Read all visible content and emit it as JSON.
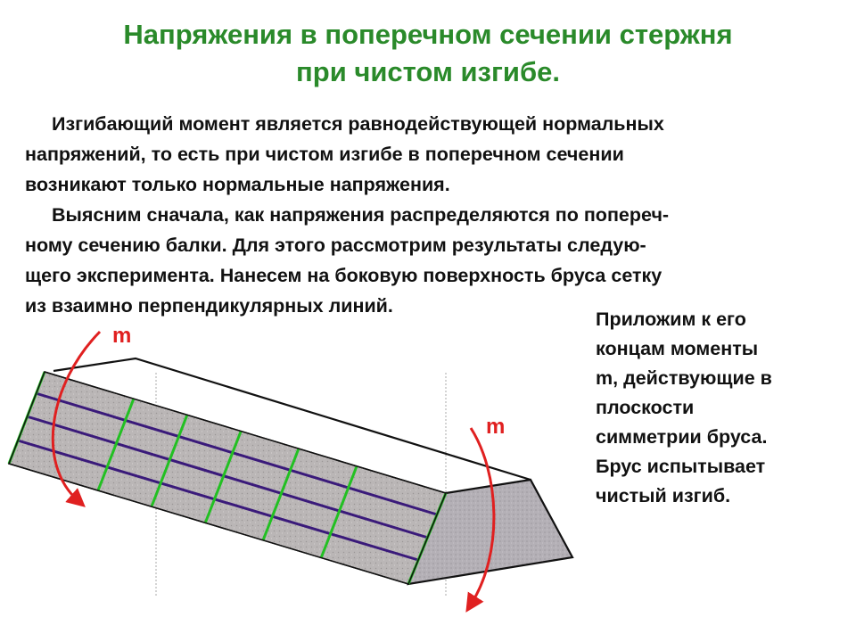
{
  "title": {
    "line1": "Напряжения в поперечном сечении стержня",
    "line2": "при чистом изгибе."
  },
  "paragraph": {
    "lines": [
      "Изгибающий момент является равнодействующей нормальных",
      "напряжений, то есть при чистом изгибе в поперечном сечении",
      "возникают только нормальные напряжения.",
      "Выясним сначала, как напряжения распределяются по попереч-",
      "ному сечению балки. Для этого рассмотрим результаты следую-",
      "щего эксперимента. Нанесем на боковую поверхность бруса сетку",
      "из взаимно перпендикулярных линий."
    ]
  },
  "side_note": {
    "lines": [
      "Приложим к его",
      "концам моменты",
      "m, действующие в",
      "плоскости",
      "симметрии бруса.",
      "Брус испытывает",
      "чистый изгиб."
    ]
  },
  "diagram": {
    "moment_left_label": "m",
    "moment_right_label": "m",
    "colors": {
      "title": "#2a8a2a",
      "grid_vertical": "#22c022",
      "grid_horizontal": "#3a1a7a",
      "moment_arrow": "#e02020",
      "beam_face": "#b8b4b4",
      "beam_end": "#b0acb0"
    }
  }
}
